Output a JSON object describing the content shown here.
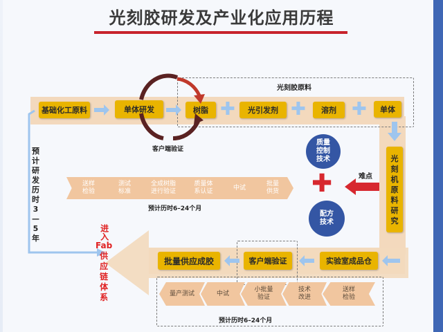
{
  "title": "光刻胶研发及产业化应用历程",
  "top_row": {
    "basic_chem": "基础化工原料",
    "monomer_dev": "单体研发",
    "resin": "树脂",
    "photoinitiator": "光引发剂",
    "solvent": "溶剂",
    "monomer": "单体",
    "raw_material_group": "光刻胶原料",
    "customer_verify": "客户端验证"
  },
  "right_column": {
    "research": [
      "光",
      "刻",
      "机",
      "原",
      "料",
      "研",
      "究"
    ]
  },
  "left_column": {
    "estimate": [
      "预",
      "计",
      "研",
      "发",
      "历",
      "时",
      "3",
      "—",
      "5",
      "年"
    ]
  },
  "middle": {
    "chevrons": [
      {
        "label": "送样\n检验"
      },
      {
        "label": "测试\n标准"
      },
      {
        "label": "全成树脂\n进行验证"
      },
      {
        "label": "质量体\n系认证"
      },
      {
        "label": "中试"
      },
      {
        "label": "批量\n供货"
      }
    ],
    "duration": "预计历时6–24个月",
    "difficulty": "难点",
    "circle_top": "质量\n控制\n技术",
    "circle_bottom": "配方\n技术"
  },
  "fab_text": {
    "prefix": "进入",
    "fab": "Fab",
    "rest": [
      "供",
      "应",
      "链",
      "体",
      "系"
    ]
  },
  "bottom_row": {
    "mass_supply": "批量供应成胶",
    "customer_verify": "客户端验证",
    "lab_product": "实验室成品仓",
    "chevrons": [
      {
        "label": "量产测试"
      },
      {
        "label": "中试"
      },
      {
        "label": "小批量\n验证"
      },
      {
        "label": "技术\n改进"
      },
      {
        "label": "送样\n检验"
      }
    ],
    "duration": "预计历时6–24个月"
  },
  "colors": {
    "box": "#e9b400",
    "band": "#f3d9bd",
    "circle": "#3456a4",
    "red": "#d7282f",
    "blue_arrow": "#9ec5ee"
  }
}
